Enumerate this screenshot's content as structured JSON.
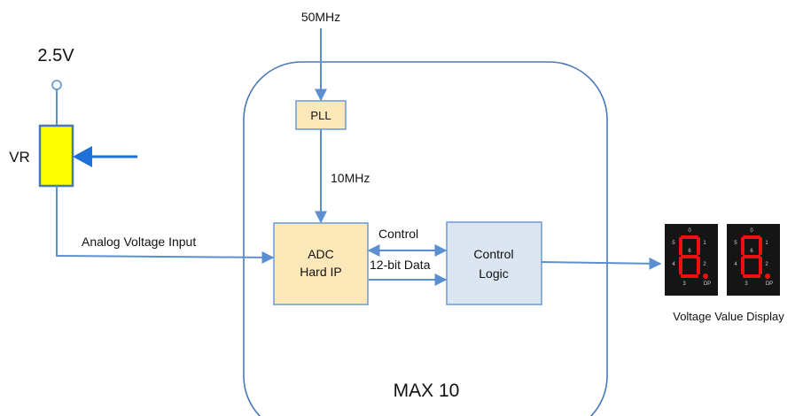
{
  "diagram": {
    "labels": {
      "clock_in": "50MHz",
      "supply_voltage": "2.5V",
      "resistor": "VR",
      "pll": "PLL",
      "pll_out": "10MHz",
      "adc_line1": "ADC",
      "adc_line2": "Hard IP",
      "control": "Control",
      "data": "12-bit Data",
      "logic_line1": "Control",
      "logic_line2": "Logic",
      "analog_input": "Analog Voltage Input",
      "display": "Voltage Value Display",
      "chip": "MAX 10"
    },
    "segment_marks": [
      "0",
      "5",
      "1",
      "6",
      "4",
      "2",
      "3",
      "DP"
    ],
    "digit_count": 2,
    "colors": {
      "line": "#5b8fd1",
      "chip_border": "#4a78b5",
      "pll_fill": "#fce8b8",
      "adc_fill": "#fce8b8",
      "logic_fill": "#dce6f2",
      "block_border": "#6a9ad6",
      "resistor_fill": "#ffff00",
      "arrow_blue": "#1f6fd8",
      "segment_red": "#ee1111",
      "display_bg": "#151515"
    }
  }
}
